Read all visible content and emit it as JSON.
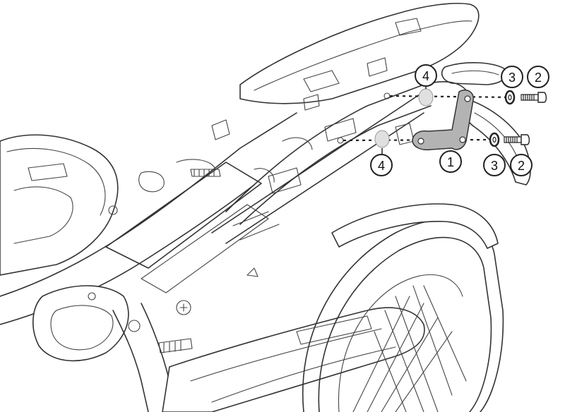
{
  "colors": {
    "line": "#333333",
    "bracket_fill": "#b3b3b3",
    "spacer_fill": "#e0e0e0",
    "background": "#ffffff"
  },
  "callouts": [
    {
      "id": "spacer-top",
      "label": "4",
      "part": "spacer"
    },
    {
      "id": "washer-top",
      "label": "3",
      "part": "washer"
    },
    {
      "id": "screw-top",
      "label": "2",
      "part": "screw"
    },
    {
      "id": "bracket",
      "label": "1",
      "part": "bracket"
    },
    {
      "id": "spacer-bottom",
      "label": "4",
      "part": "spacer"
    },
    {
      "id": "washer-bottom",
      "label": "3",
      "part": "washer"
    },
    {
      "id": "screw-bottom",
      "label": "2",
      "part": "screw"
    }
  ]
}
